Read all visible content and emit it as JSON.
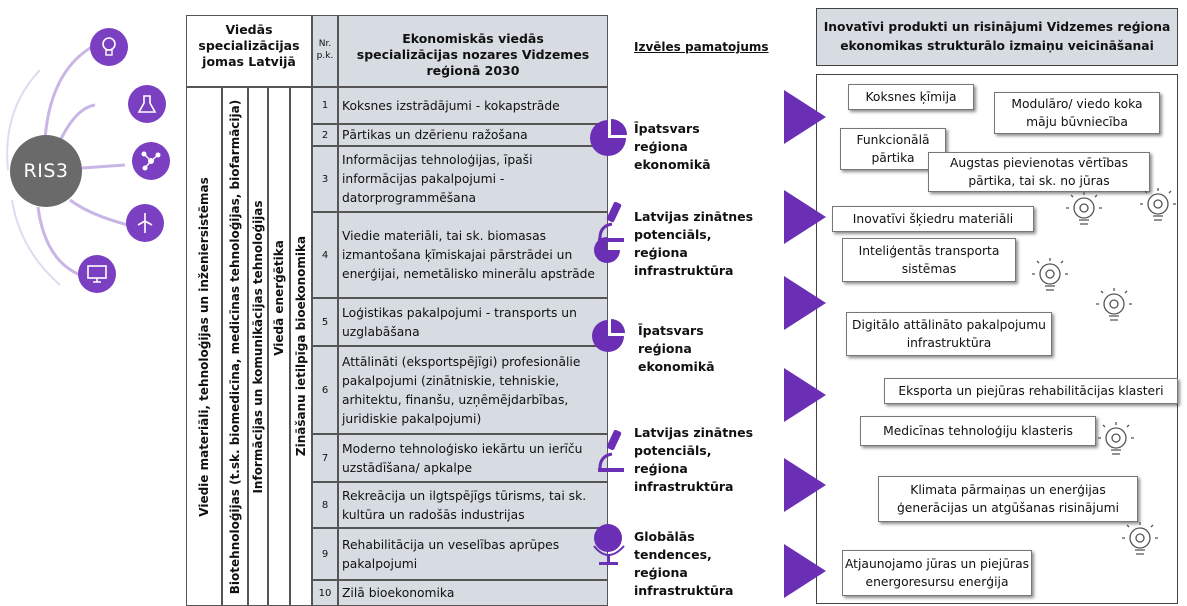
{
  "ris3": {
    "label": "RIS3",
    "nodes": [
      "lightbulb-icon",
      "flask-icon",
      "molecule-icon",
      "wind-turbine-icon",
      "monitor-icon"
    ]
  },
  "table": {
    "col_areas_header": "Viedās specializācijas jomas Latvijā",
    "col_nr_header": "Nr. p.k.",
    "col_sectors_header": "Ekonomiskās viedās specializācijas nozares Vidzemes reģionā 2030",
    "vertical_areas": [
      "Viedie materiāli, tehnoloģijas un inženiersistēmas",
      "Biotehnoloģijas (t.sk. biomedicīna, medicīnas tehnoloģijas, biofarmācija)",
      "Informācijas un komunikācijas tehnoloģijas",
      "Viedā enerģētika",
      "Zināšanu ietilpīga bioekonomika"
    ],
    "rows": [
      {
        "nr": "1",
        "text": "Koksnes izstrādājumi - kokapstrāde"
      },
      {
        "nr": "2",
        "text": "Pārtikas un dzērienu ražošana"
      },
      {
        "nr": "3",
        "text": "Informācijas tehnoloģijas, īpaši informācijas pakalpojumi - datorprogrammēšana"
      },
      {
        "nr": "4",
        "text": "Viedie materiāli, tai sk. biomasas izmantošana ķīmiskajai pārstrādei un enerģijai, nemetālisko minerālu apstrāde"
      },
      {
        "nr": "5",
        "text": "Loģistikas pakalpojumi - transports un uzglabāšana"
      },
      {
        "nr": "6",
        "text": "Attālināti (eksportspējīgi) profesionālie pakalpojumi (zinātniskie, tehniskie, arhitektu,  finanšu, uzņēmējdarbības, juridiskie pakalpojumi)"
      },
      {
        "nr": "7",
        "text": "Moderno tehnoloģisko iekārtu un ierīču uzstādīšana/ apkalpe"
      },
      {
        "nr": "8",
        "text": "Rekreācija un ilgtspējīgs tūrisms, tai sk. kultūra un radošās industrijas"
      },
      {
        "nr": "9",
        "text": "Rehabilitācija un veselības aprūpes pakalpojumi"
      },
      {
        "nr": "10",
        "text": "Zilā bioekonomika"
      }
    ]
  },
  "justification": {
    "title": "Izvēles pamatojums",
    "items": [
      {
        "icon": "pie-chart-icon",
        "text": "Īpatsvars reģiona ekonomikā"
      },
      {
        "icon": "microscope-icon",
        "text": "Latvijas zinātnes potenciāls, reģiona infrastruktūra"
      },
      {
        "icon": "pie-chart-icon",
        "text": "Īpatsvars reģiona ekonomikā"
      },
      {
        "icon": "microscope-icon",
        "text": "Latvijas zinātnes potenciāls, reģiona infrastruktūra"
      },
      {
        "icon": "globe-icon",
        "text": "Globālās tendences, reģiona infrastruktūra"
      }
    ]
  },
  "products": {
    "header": "Inovatīvi produkti un risinājumi Vidzemes reģiona ekonomikas strukturālo izmaiņu veicināšanai",
    "items": [
      "Koksnes ķīmija",
      "Modulāro/ viedo koka māju būvniecība",
      "Funkcionālā pārtika",
      "Augstas pievienotas vērtības pārtika, tai sk. no jūras",
      "Inovatīvi šķiedru materiāli",
      "Inteliģentās transporta sistēmas",
      "Digitālo attālināto pakalpojumu infrastruktūra",
      "Eksporta un piejūras rehabilitācijas klasteri",
      "Medicīnas tehnoloģiju klasteris",
      "Klimata pārmaiņas un enerģijas ģenerācijas un atgūšanas risinājumi",
      "Atjaunojamo jūras un piejūras energoresursu enerģija"
    ]
  },
  "colors": {
    "accent": "#6a2fb5",
    "table_fill": "#d7dbe2",
    "ris_core": "#6a6a6a"
  }
}
